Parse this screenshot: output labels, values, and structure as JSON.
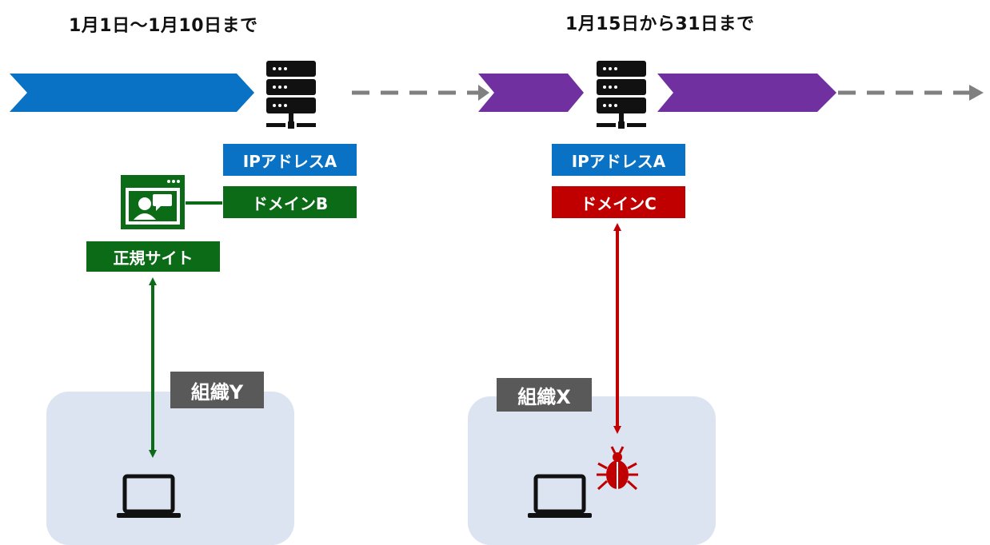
{
  "periods": {
    "first": "1月1日〜1月10日まで",
    "second": "1月15日から31日まで"
  },
  "labels": {
    "ip_left": "IPアドレスA",
    "domain_left": "ドメインB",
    "legit_site": "正規サイト",
    "ip_right": "IPアドレスA",
    "domain_right": "ドメインC"
  },
  "orgs": {
    "left": "組織Y",
    "right": "組織X"
  },
  "colors": {
    "blue": "#0a72c4",
    "purple": "#7030a0",
    "green": "#0c6b17",
    "red": "#c00000",
    "gray_dash": "#808080",
    "org_bg": "#dde4f1",
    "org_label": "#595959"
  },
  "icons": [
    "server-icon",
    "website-icon",
    "laptop-icon",
    "malware-bug-icon"
  ]
}
